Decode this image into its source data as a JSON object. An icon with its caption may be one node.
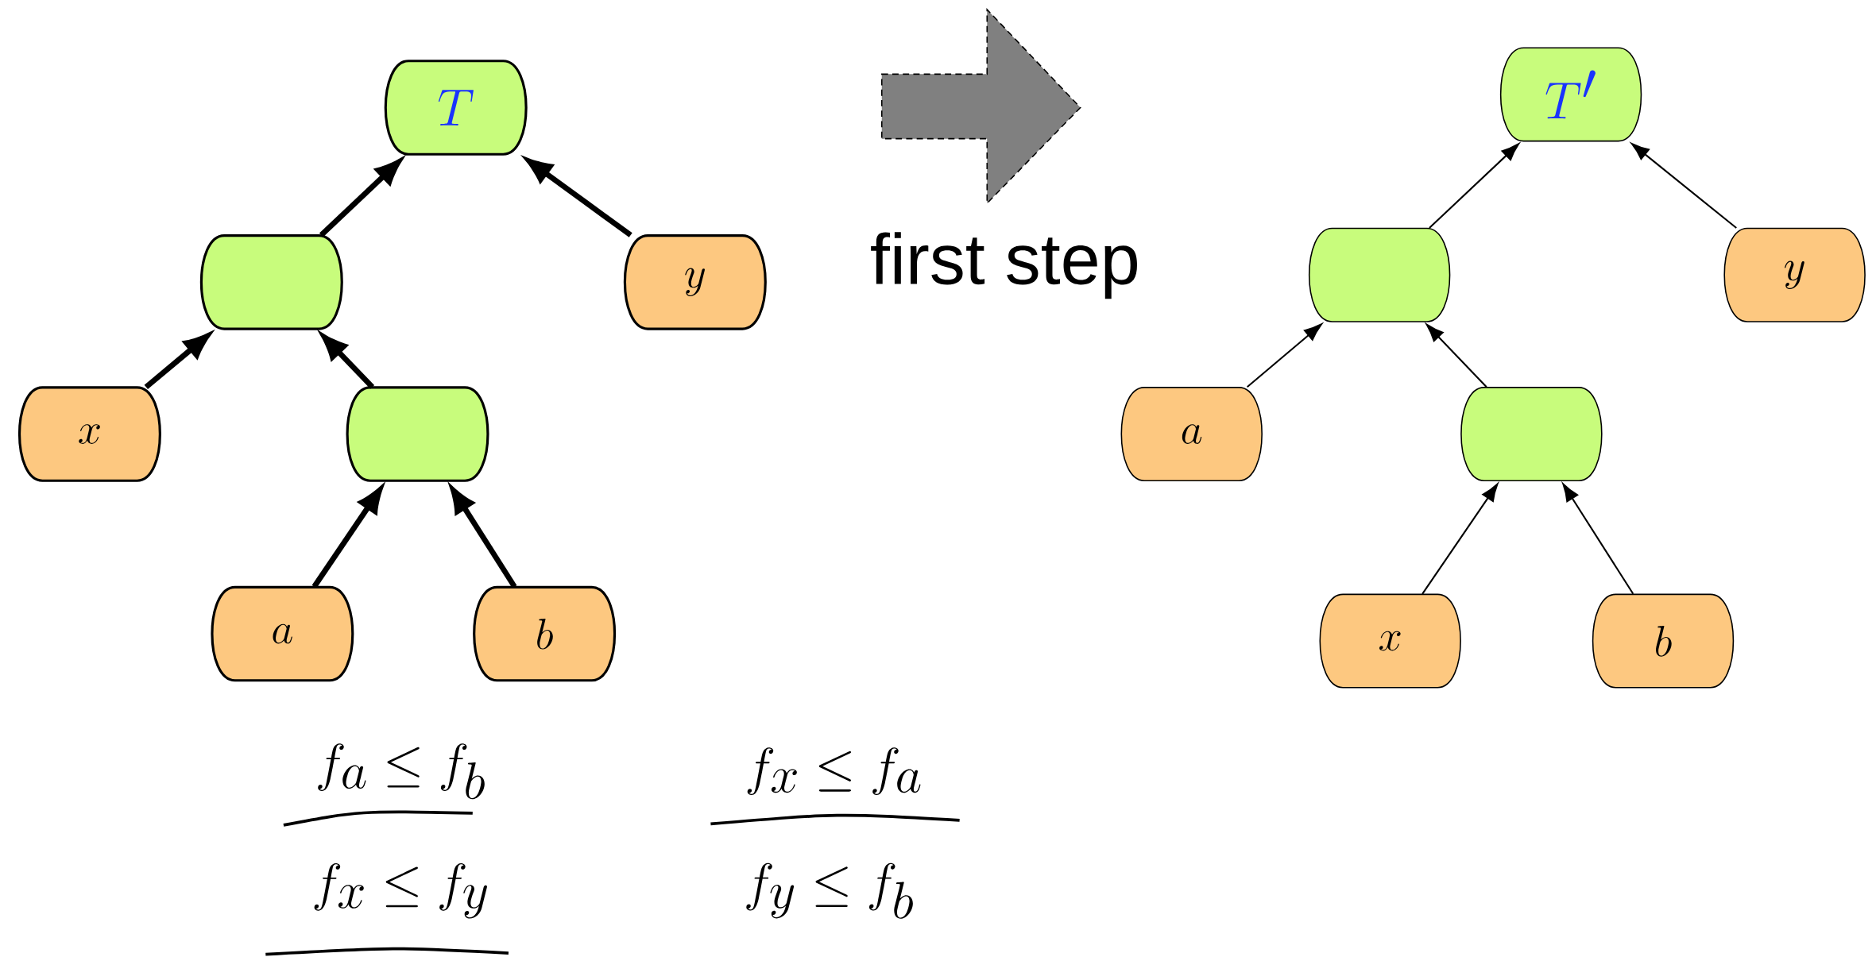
{
  "diagram": {
    "nodes": [
      {
        "text": [
          "T"
        ]
      },
      {
        "text": [],
        "shape": "box"
      },
      {
        "text": [
          "y"
        ]
      },
      {
        "text": [
          "x"
        ]
      },
      {
        "text": [],
        "shape": "box"
      },
      {
        "text": [
          "a"
        ]
      },
      {
        "text": [
          "b"
        ]
      },
      {
        "text": [
          "T'"
        ]
      },
      {
        "text": [],
        "shape": "box"
      },
      {
        "text": [
          "y"
        ]
      },
      {
        "text": [
          "a"
        ]
      },
      {
        "text": [],
        "shape": "box"
      },
      {
        "text": [
          "x"
        ]
      },
      {
        "text": [
          "b"
        ]
      }
    ],
    "edges": [
      {
        "from": 1,
        "to": 0,
        "arrow": "to",
        "style": "thick"
      },
      {
        "from": 2,
        "to": 0,
        "arrow": "to",
        "style": "thick"
      },
      {
        "from": 3,
        "to": 1,
        "arrow": "to",
        "style": "thick"
      },
      {
        "from": 4,
        "to": 1,
        "arrow": "to",
        "style": "thick"
      },
      {
        "from": 5,
        "to": 4,
        "arrow": "to",
        "style": "thick"
      },
      {
        "from": 6,
        "to": 4,
        "arrow": "to",
        "style": "thick"
      },
      {
        "from": 8,
        "to": 7,
        "arrow": "to"
      },
      {
        "from": 9,
        "to": 7,
        "arrow": "to"
      },
      {
        "from": 10,
        "to": 8,
        "arrow": "to"
      },
      {
        "from": 11,
        "to": 8,
        "arrow": "to"
      },
      {
        "from": 12,
        "to": 11,
        "arrow": "to"
      },
      {
        "from": 13,
        "to": 11,
        "arrow": "to"
      }
    ],
    "labels": [
      "first step",
      "f_a \\leq f_b",
      "f_x \\leq f_a",
      "f_x \\leq f_y",
      "f_y \\leq f_b"
    ]
  }
}
